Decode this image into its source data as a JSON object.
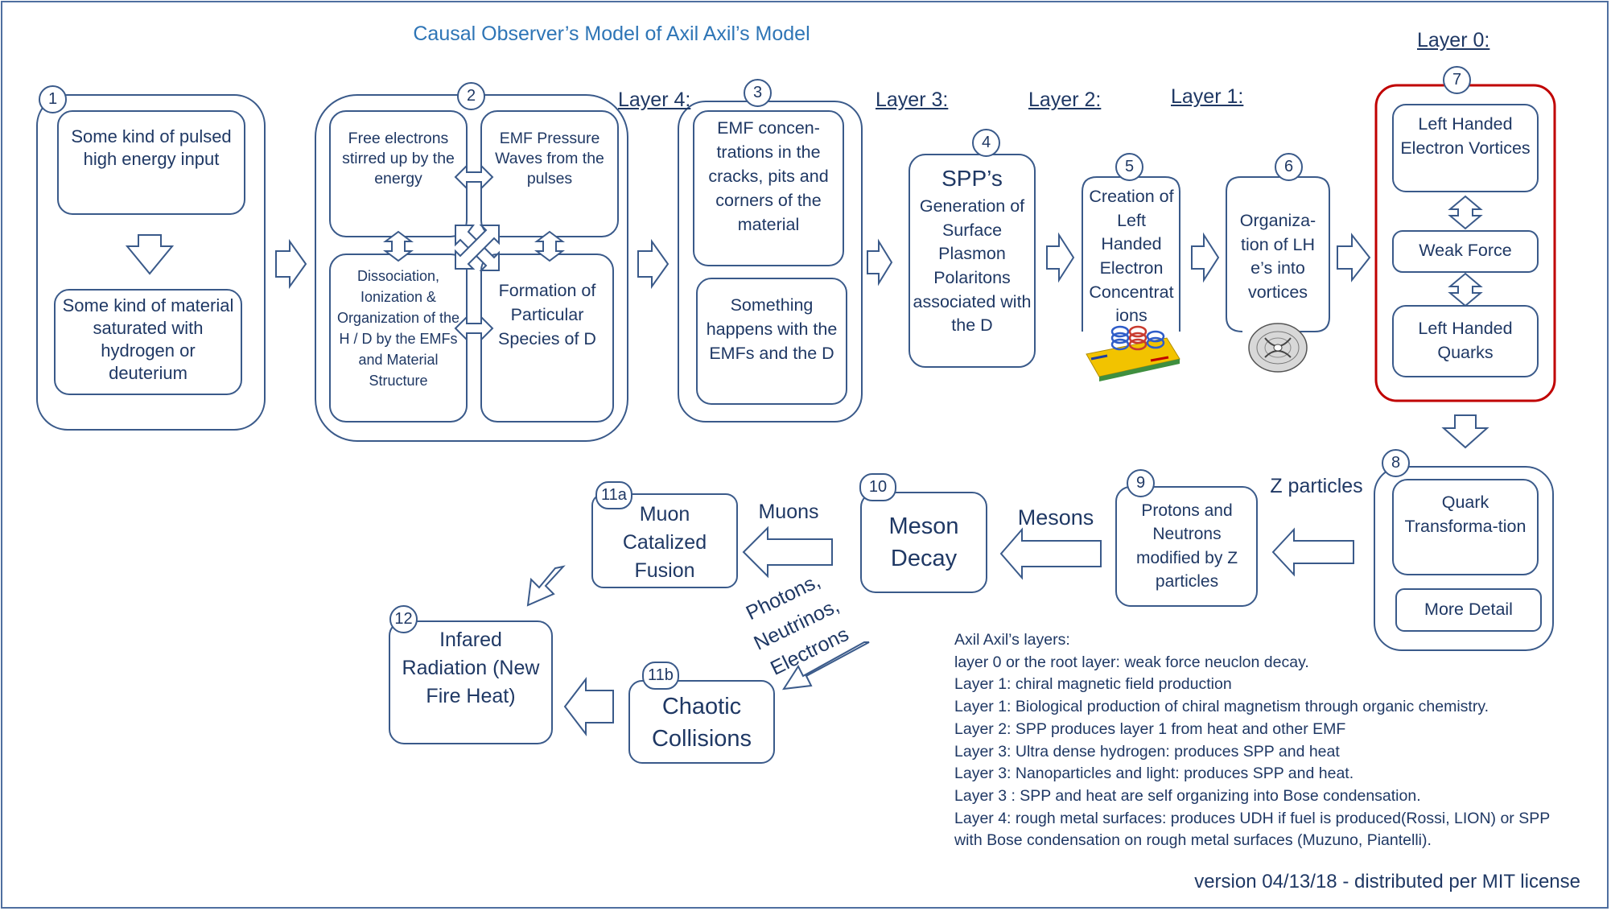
{
  "title": "Causal Observer’s Model of Axil Axil’s Model",
  "layers": {
    "layer0": "Layer 0:",
    "layer1": "Layer 1:",
    "layer2": "Layer 2:",
    "layer3": "Layer 3:",
    "layer4": "Layer 4:"
  },
  "nodes": {
    "n1": {
      "num": "1",
      "top": "Some kind of pulsed high energy input",
      "bottom": "Some kind of material saturated with hydrogen or deuterium"
    },
    "n2": {
      "num": "2",
      "tl": "Free electrons stirred up by the energy",
      "tr": "EMF Pressure Waves from the pulses",
      "bl": "Dissociation, Ionization & Organization of the H / D by the EMFs and Material Structure",
      "br": "Formation of Particular Species of D"
    },
    "n3": {
      "num": "3",
      "top": "EMF concen-trations in the cracks, pits and corners of the material",
      "bottom": "Something happens with the EMFs and the D"
    },
    "n4": {
      "num": "4",
      "heading": "SPP’s",
      "body": "Generation of Surface Plasmon Polaritons associated with the D"
    },
    "n5": {
      "num": "5",
      "body": "Creation of Left Handed Electron Concentrat ions"
    },
    "n6": {
      "num": "6",
      "body": "Organiza-tion of LH e’s into vortices"
    },
    "n7": {
      "num": "7",
      "top": "Left Handed Electron Vortices",
      "middle": "Weak Force",
      "bottom": "Left Handed Quarks"
    },
    "n8": {
      "num": "8",
      "top": "Quark Transforma-tion",
      "button": "More Detail"
    },
    "n9": {
      "num": "9",
      "body": "Protons and Neutrons modified by Z particles"
    },
    "n10": {
      "num": "10",
      "body": "Meson Decay"
    },
    "n11a": {
      "num": "11a",
      "body": "Muon Catalized Fusion"
    },
    "n11b": {
      "num": "11b",
      "body": "Chaotic Collisions"
    },
    "n12": {
      "num": "12",
      "body": "Infared Radiation (New Fire Heat)"
    }
  },
  "edge_labels": {
    "z": "Z particles",
    "mesons": "Mesons",
    "muons": "Muons",
    "pne": "Photons, Neutrinos, Electrons"
  },
  "notes": {
    "heading": "Axil Axil’s layers:",
    "lines": [
      "layer 0 or the root layer: weak force neuclon decay.",
      "Layer 1: chiral magnetic field production",
      "Layer 1: Biological production of chiral magnetism through organic chemistry.",
      "Layer 2: SPP produces layer 1 from heat and other EMF",
      "Layer 3: Ultra dense hydrogen: produces SPP and heat",
      "Layer 3: Nanoparticles and light: produces SPP and heat.",
      "Layer 3 : SPP and heat are self organizing into Bose condensation.",
      "Layer 4: rough metal surfaces: produces UDH if fuel is produced(Rossi, LION) or SPP",
      "with Bose condensation on rough metal surfaces (Muzuno, Piantelli)."
    ]
  },
  "version": "version 04/13/18 - distributed per MIT license",
  "colors": {
    "outline": "#3a5a8a",
    "text": "#1f3864",
    "title": "#2e75b6",
    "highlight": "#c00000"
  },
  "icons": {
    "n5": "spp-coil-icon",
    "n6": "vortex-torus-icon"
  }
}
